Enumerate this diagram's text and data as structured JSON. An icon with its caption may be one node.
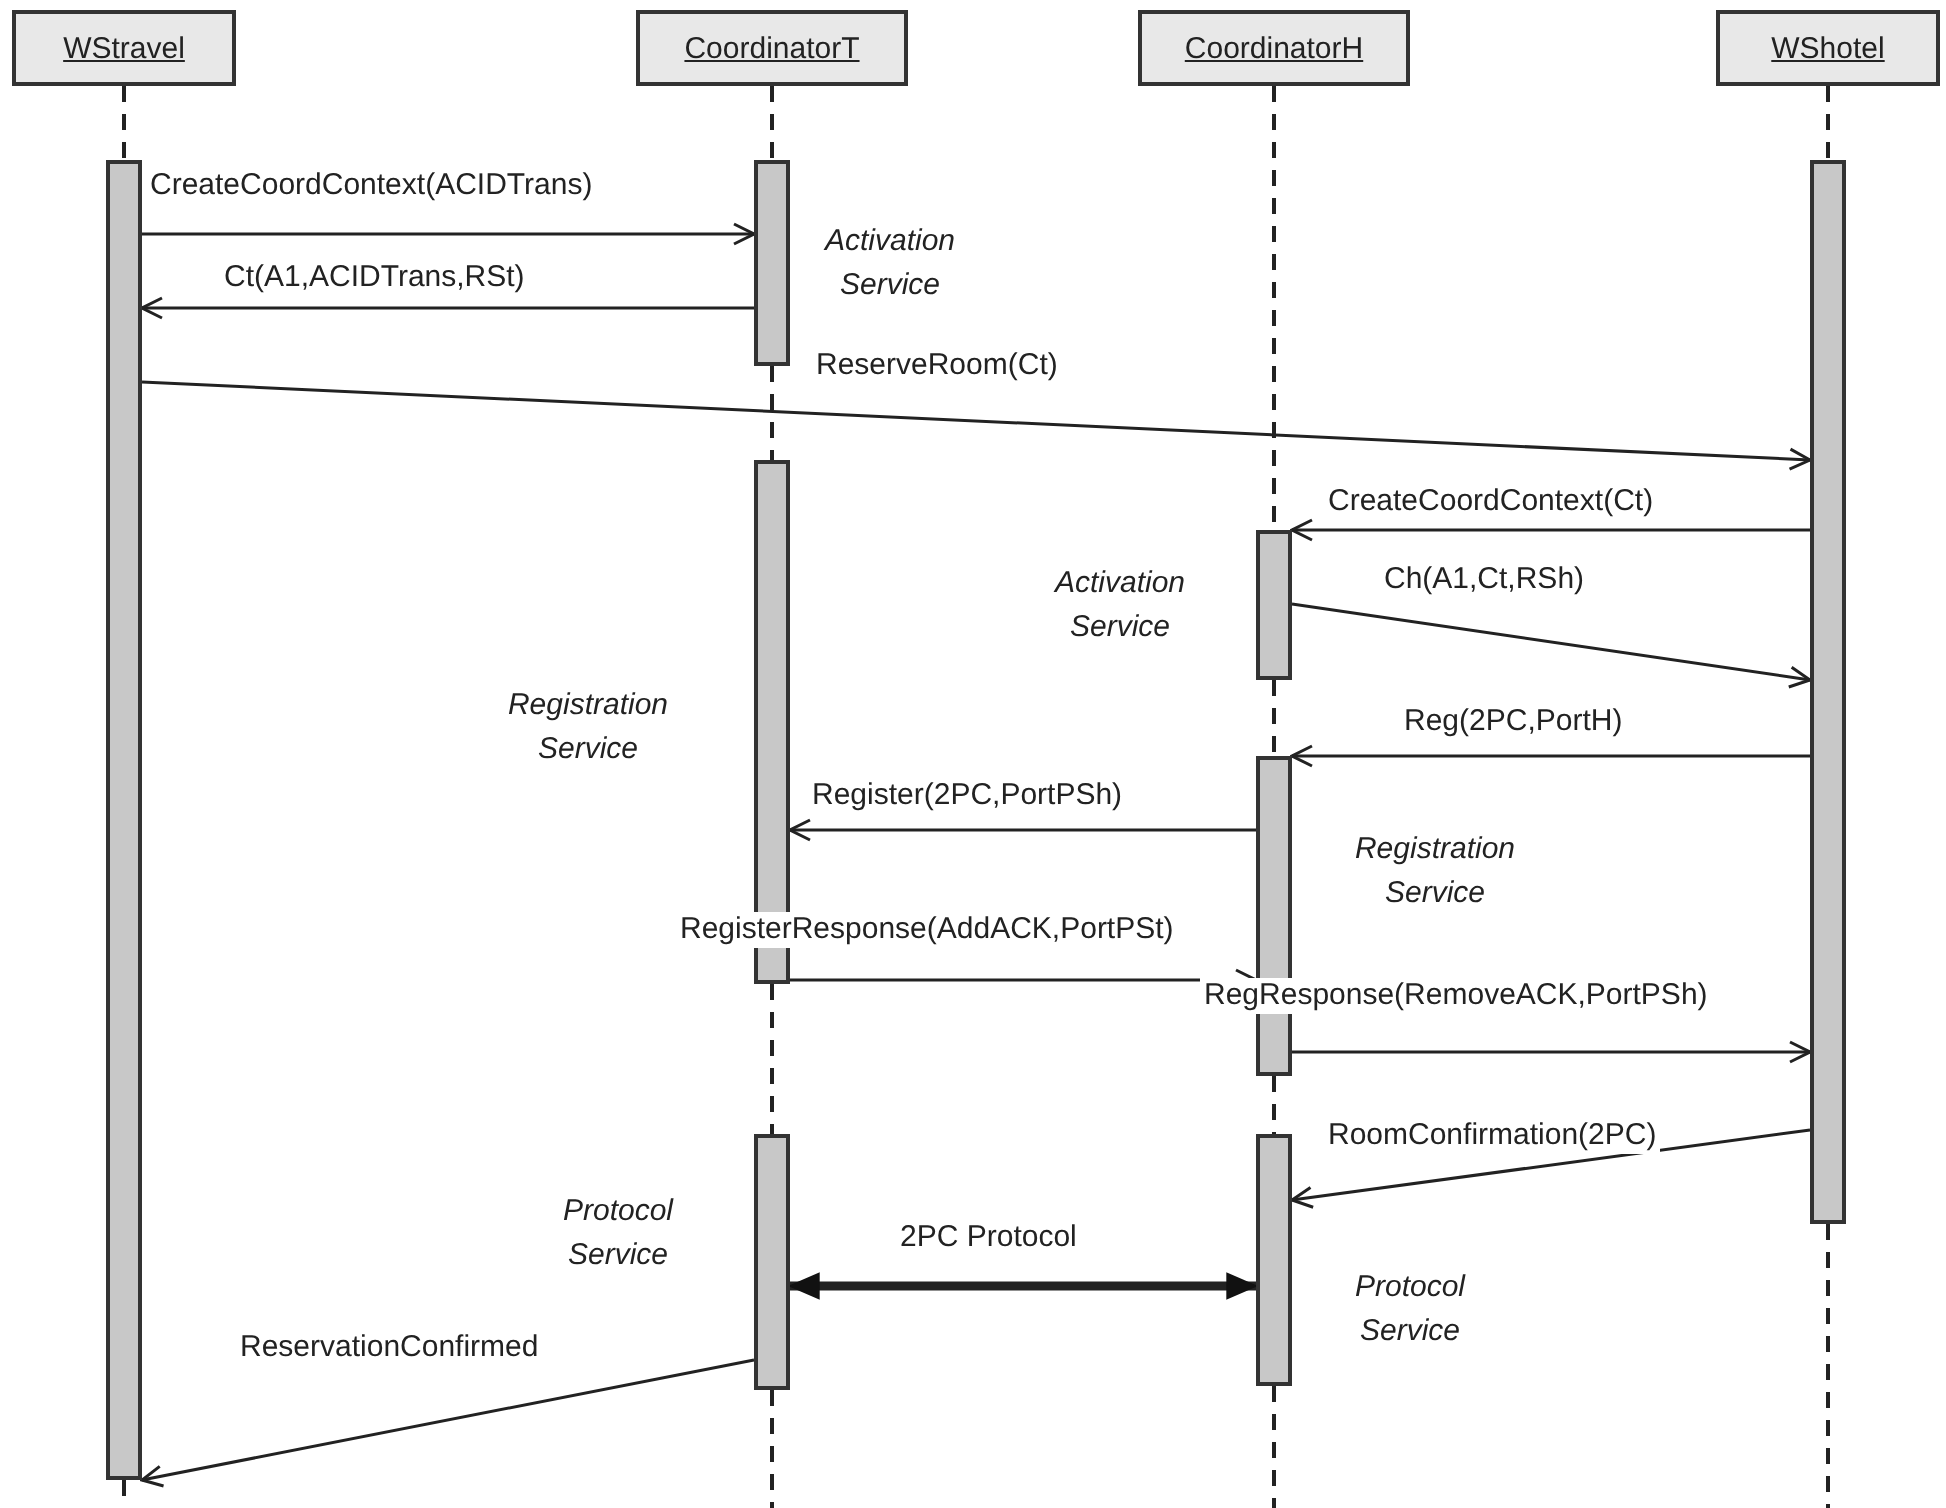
{
  "diagram": {
    "nodes": [
      {
        "text": [
          "WStravel"
        ]
      },
      {
        "text": [
          "CoordinatorT"
        ]
      },
      {
        "text": [
          "CoordinatorH"
        ]
      },
      {
        "text": [
          "WShotel"
        ]
      },
      {
        "text": [],
        "shape": "bar"
      },
      {
        "text": [],
        "shape": "bar",
        "beside": [
          "Activation Service"
        ]
      },
      {
        "text": [],
        "shape": "bar",
        "beside": [
          "Registration Service"
        ]
      },
      {
        "text": [],
        "shape": "bar",
        "beside": [
          "Protocol Service"
        ]
      },
      {
        "text": [],
        "shape": "bar",
        "beside": [
          "Activation Service"
        ]
      },
      {
        "text": [],
        "shape": "bar",
        "beside": [
          "Registration Service"
        ]
      },
      {
        "text": [],
        "shape": "bar",
        "beside": [
          "Protocol Service"
        ]
      },
      {
        "text": [],
        "shape": "bar"
      }
    ],
    "edges": [
      {
        "from": 4,
        "to": 5,
        "arrow": "to",
        "label": "CreateCoordContext(ACIDTrans)"
      },
      {
        "from": 5,
        "to": 4,
        "arrow": "to",
        "label": "Ct(A1,ACIDTrans,RSt)"
      },
      {
        "from": 4,
        "to": 11,
        "arrow": "to",
        "label": "ReserveRoom(Ct)"
      },
      {
        "from": 11,
        "to": 8,
        "arrow": "to",
        "label": "CreateCoordContext(Ct)"
      },
      {
        "from": 8,
        "to": 11,
        "arrow": "to",
        "label": "Ch(A1,Ct,RSh)"
      },
      {
        "from": 11,
        "to": 9,
        "arrow": "to",
        "label": "Reg(2PC,PortH)"
      },
      {
        "from": 9,
        "to": 6,
        "arrow": "to",
        "label": "Register(2PC,PortPSh)"
      },
      {
        "from": 6,
        "to": 9,
        "arrow": "to",
        "label": "RegisterResponse(AddACK,PortPSt)"
      },
      {
        "from": 9,
        "to": 11,
        "arrow": "to",
        "label": "RegResponse(RemoveACK,PortPSh)"
      },
      {
        "from": 11,
        "to": 10,
        "arrow": "to",
        "label": "RoomConfirmation(2PC)"
      },
      {
        "from": 7,
        "to": 10,
        "arrow": "both",
        "label": "2PC Protocol",
        "style": "thick"
      },
      {
        "from": 7,
        "to": 4,
        "arrow": "to",
        "label": "ReservationConfirmed"
      },
      {
        "from": 0,
        "to": 4,
        "arrow": "none",
        "style": "dashed"
      },
      {
        "from": 4,
        "to": null,
        "arrow": "none",
        "style": "dashed"
      },
      {
        "from": 1,
        "to": 5,
        "arrow": "none",
        "style": "dashed"
      },
      {
        "from": 5,
        "to": 6,
        "arrow": "none",
        "style": "dashed"
      },
      {
        "from": 6,
        "to": 7,
        "arrow": "none",
        "style": "dashed"
      },
      {
        "from": 7,
        "to": null,
        "arrow": "none",
        "style": "dashed"
      },
      {
        "from": 2,
        "to": 8,
        "arrow": "none",
        "style": "dashed"
      },
      {
        "from": 8,
        "to": 9,
        "arrow": "none",
        "style": "dashed"
      },
      {
        "from": 9,
        "to": 10,
        "arrow": "none",
        "style": "dashed"
      },
      {
        "from": 10,
        "to": null,
        "arrow": "none",
        "style": "dashed"
      },
      {
        "from": 3,
        "to": 11,
        "arrow": "none",
        "style": "dashed"
      },
      {
        "from": 11,
        "to": null,
        "arrow": "none",
        "style": "dashed"
      }
    ]
  }
}
